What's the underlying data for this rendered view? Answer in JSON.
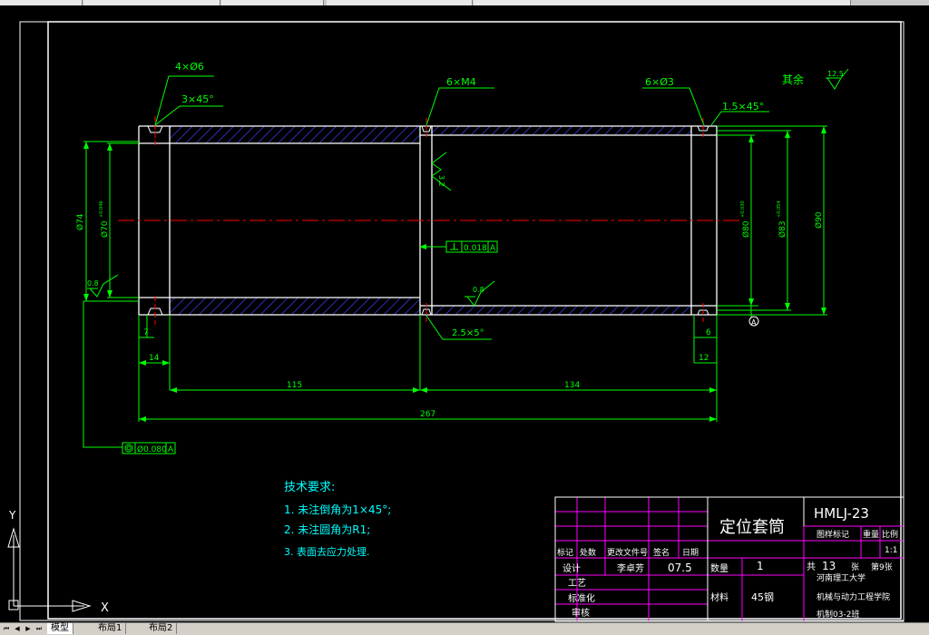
{
  "drawing": {
    "callouts": {
      "holes_left": "4×Ø6",
      "chamfer_left": "3×45°",
      "holes_mid": "6×M4",
      "holes_right": "6×Ø3",
      "chamfer_right": "1.5×45°",
      "roughness_other_label": "其余",
      "roughness_other_value": "12.5",
      "roughness_inner": "3.2",
      "roughness_mid": "0.8",
      "roughness_left": "0.8",
      "perpendicularity_value": "0.018",
      "perpendicularity_datum": "A",
      "coaxiality_value": "Ø0.080",
      "coaxiality_datum": "A",
      "datum_label": "A",
      "groove_note": "2.5×5°"
    },
    "dimensions": {
      "d74": "Ø74",
      "d70": "Ø70",
      "d70_tol": "+0.046",
      "d80": "Ø80",
      "d80_tol": "+0.030",
      "d83": "Ø83",
      "d83_tol": "+0.054",
      "d90": "Ø90",
      "w7": "7",
      "w14": "14",
      "w6": "6",
      "w12": "12",
      "l115": "115",
      "l134": "134",
      "l267": "267"
    },
    "tech_requirements": {
      "title": "技术要求:",
      "items": [
        "1. 未注倒角为1×45°;",
        "2. 未注圆角为R1;",
        "3. 表面去应力处理."
      ]
    },
    "title_block": {
      "part_name": "定位套筒",
      "drawing_no": "HMLJ-23",
      "headers": [
        "标记",
        "处数",
        "更改文件号",
        "签名",
        "日期"
      ],
      "stage_mark_label": "图样标记",
      "weight_label": "重量",
      "scale_label": "比例",
      "scale_value": "1:1",
      "design_label": "设计",
      "designer": "李卓芳",
      "date": "07.5",
      "qty_label": "数量",
      "qty_value": "1",
      "total_label": "共",
      "total_value": "13",
      "sheet_label": "张",
      "sheet_value": "第9张",
      "process_label": "工艺",
      "standard_label": "标准化",
      "review_label": "审核",
      "material_label": "材料",
      "material_value": "45钢",
      "school_line1": "河南理工大学",
      "school_line2": "机械与动力工程学院",
      "school_line3": "机制03-2班"
    },
    "ucs": {
      "x": "X",
      "y": "Y"
    }
  },
  "tabs": [
    "模型",
    "布局1",
    "布局2"
  ],
  "colors": {
    "white": "#ffffff",
    "green": "#00ff00",
    "cyan": "#00ffff",
    "red": "#ff0000",
    "magenta": "#ff00ff",
    "blue": "#4040ff",
    "yellow": "#ffff00"
  }
}
